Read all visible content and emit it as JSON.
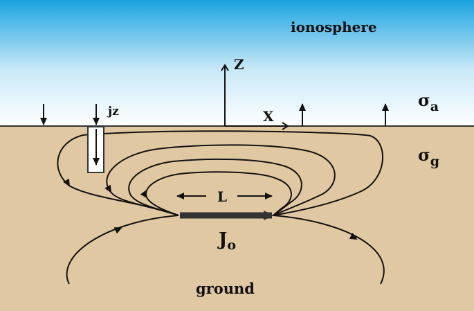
{
  "labels": {
    "ionosphere": "ionosphere",
    "z_axis": "Z",
    "x_axis": "X",
    "jz": "jz",
    "sigma_a_symbol": "σ",
    "sigma_a_sub": "a",
    "sigma_g_symbol": "σ",
    "sigma_g_sub": "g",
    "length": "L",
    "current_symbol": "J",
    "current_sub": "o",
    "ground": "ground"
  },
  "colors": {
    "sky_top": "#1aa3e0",
    "sky_bottom": "#ffffff",
    "ground": "#e0c9a2",
    "line": "#111111",
    "current_bar": "#333333"
  }
}
